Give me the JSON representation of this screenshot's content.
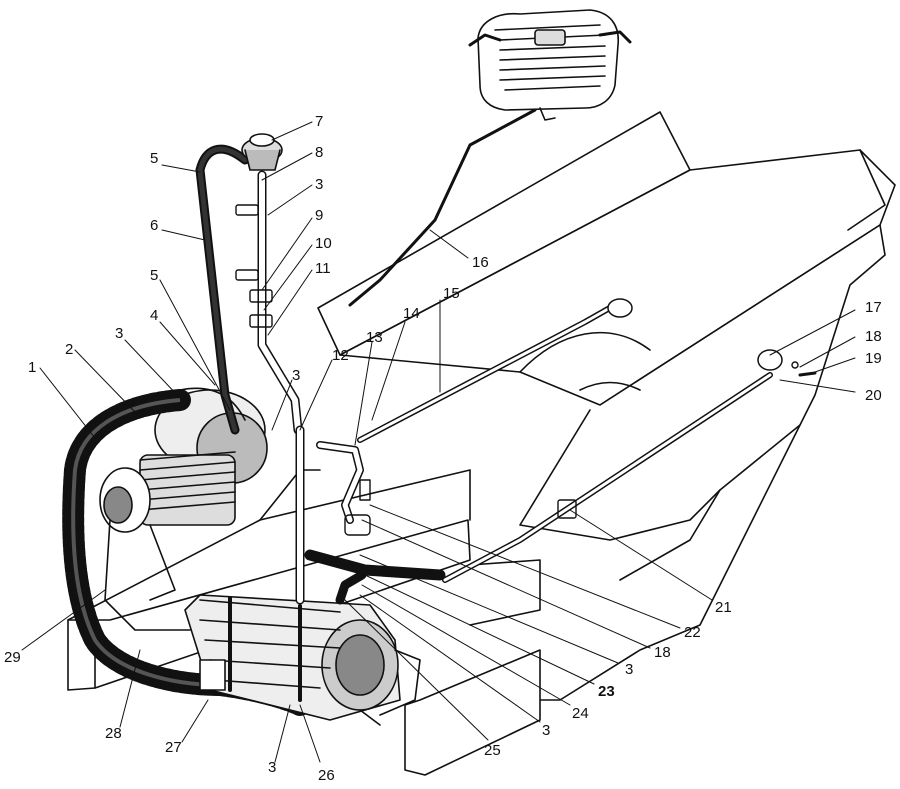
{
  "figure": {
    "callouts": [
      {
        "label": "1"
      },
      {
        "label": "2"
      },
      {
        "label": "3"
      },
      {
        "label": "4"
      },
      {
        "label": "5"
      },
      {
        "label": "5"
      },
      {
        "label": "6"
      },
      {
        "label": "7"
      },
      {
        "label": "8"
      },
      {
        "label": "3"
      },
      {
        "label": "9"
      },
      {
        "label": "10"
      },
      {
        "label": "11"
      },
      {
        "label": "12"
      },
      {
        "label": "3"
      },
      {
        "label": "13"
      },
      {
        "label": "14"
      },
      {
        "label": "15"
      },
      {
        "label": "16"
      },
      {
        "label": "17"
      },
      {
        "label": "18"
      },
      {
        "label": "19"
      },
      {
        "label": "20"
      },
      {
        "label": "21"
      },
      {
        "label": "22"
      },
      {
        "label": "18"
      },
      {
        "label": "3"
      },
      {
        "label": "23"
      },
      {
        "label": "24"
      },
      {
        "label": "3"
      },
      {
        "label": "25"
      },
      {
        "label": "26"
      },
      {
        "label": "3"
      },
      {
        "label": "27"
      },
      {
        "label": "28"
      },
      {
        "label": "29"
      }
    ]
  }
}
